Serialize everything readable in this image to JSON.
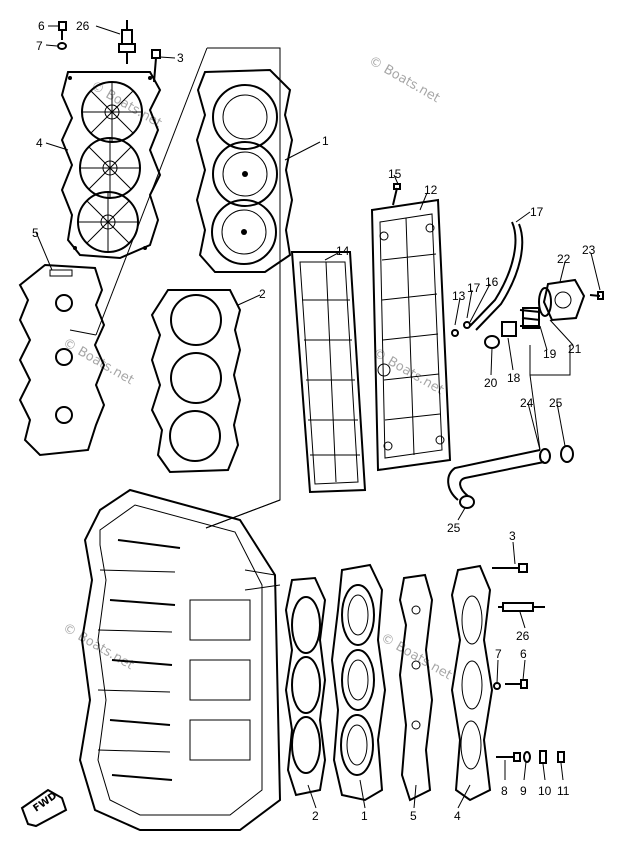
{
  "watermark": "© Boats.net",
  "forward_marker": "FWD",
  "callouts": {
    "top": [
      "6",
      "26",
      "3",
      "7",
      "4",
      "1",
      "5",
      "2",
      "15",
      "12",
      "17",
      "14",
      "13",
      "17",
      "16",
      "22",
      "23",
      "19",
      "21",
      "20",
      "18",
      "24",
      "25",
      "25"
    ],
    "bottom": [
      "3",
      "26",
      "7",
      "6",
      "2",
      "1",
      "5",
      "4",
      "8",
      "9",
      "10",
      "11"
    ]
  }
}
